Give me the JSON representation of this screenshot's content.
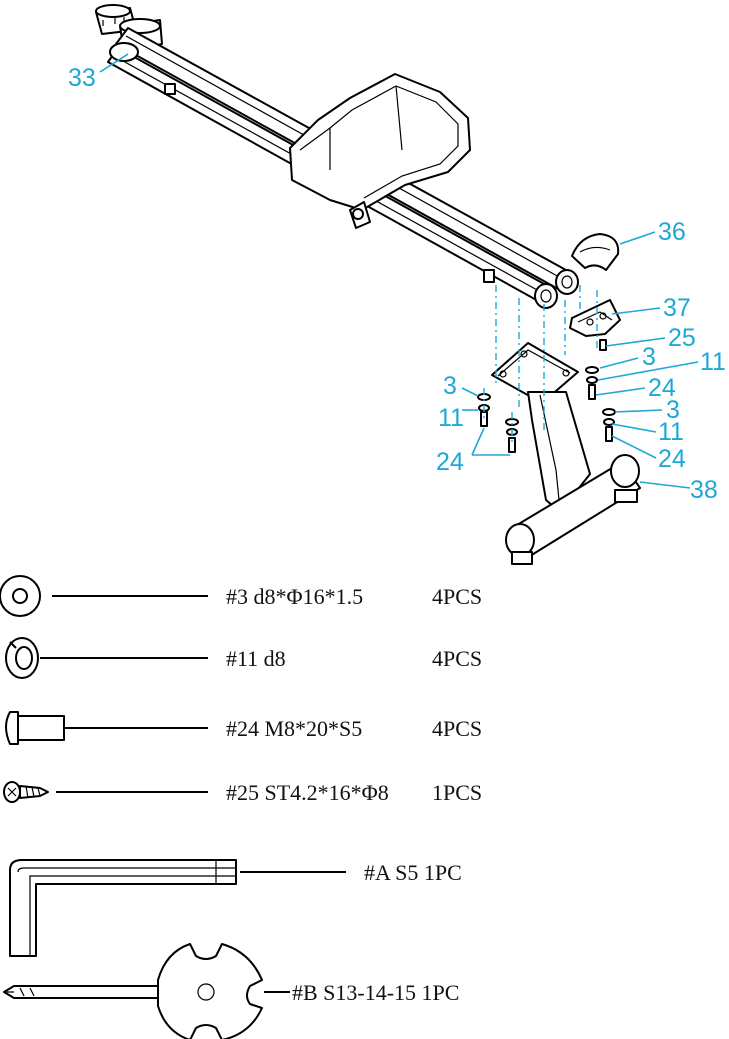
{
  "callouts": {
    "c33": "33",
    "c36": "36",
    "c37": "37",
    "c25": "25",
    "c3a": "3",
    "c11a": "11",
    "c24a": "24",
    "c3b": "3",
    "c11b": "11",
    "c24b": "24",
    "c3c": "3",
    "c11c": "11",
    "c24c": "24",
    "c38": "38"
  },
  "parts": [
    {
      "spec": "#3  d8*Φ16*1.5",
      "qty": "4PCS"
    },
    {
      "spec": "#11  d8",
      "qty": "4PCS"
    },
    {
      "spec": "#24  M8*20*S5",
      "qty": "4PCS"
    },
    {
      "spec": "#25  ST4.2*16*Φ8",
      "qty": "1PCS"
    }
  ],
  "tools": [
    {
      "spec": "#A   S5  1PC"
    },
    {
      "spec": "#B   S13-14-15  1PC"
    }
  ],
  "colors": {
    "callout": "#1fa8d6",
    "line": "#000000"
  }
}
